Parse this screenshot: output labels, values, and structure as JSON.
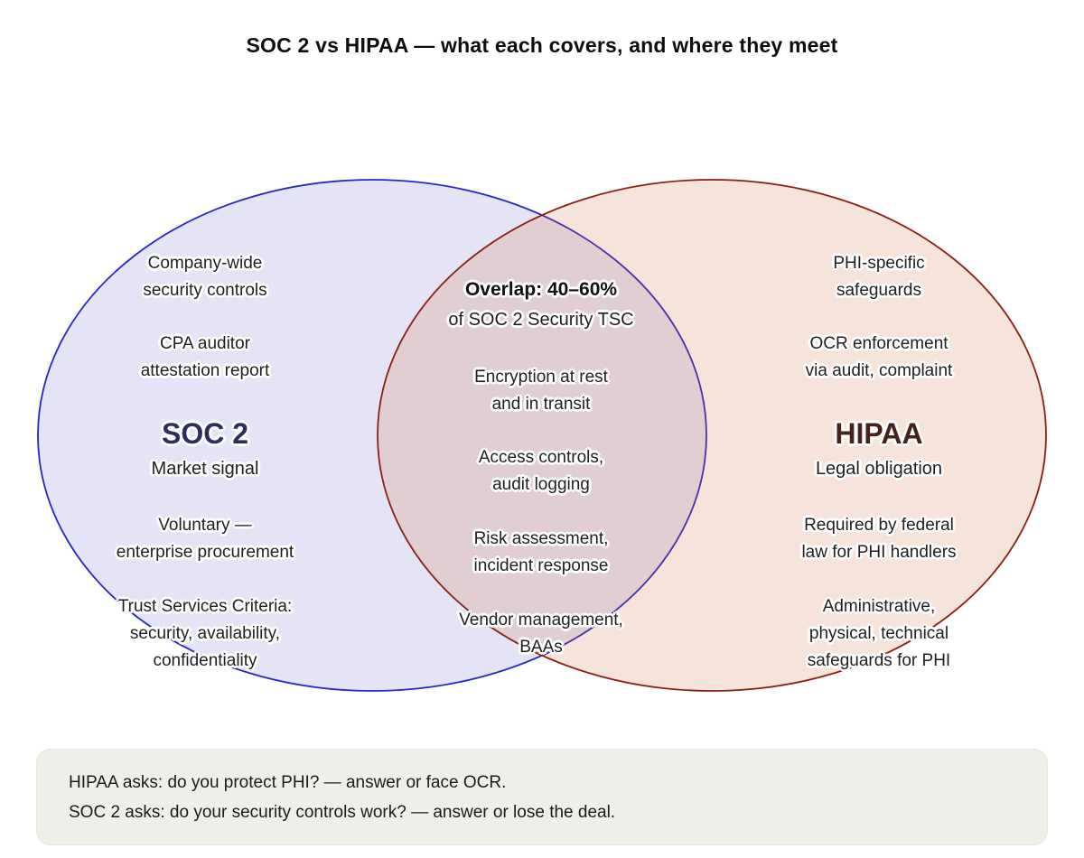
{
  "title": "SOC 2 vs HIPAA — what each covers, and where they meet",
  "diagram_type": "venn",
  "colors": {
    "left_fill": "#5a5ac8",
    "left_stroke": "#2727c9",
    "right_fill": "#cf6a3a",
    "right_stroke": "#8b2012",
    "left_heading_text": "#2d2d5f",
    "right_heading_text": "#48211b",
    "footer_bg": "#efeee9"
  },
  "venn": {
    "left": {
      "heading": "SOC 2",
      "tagline": "Market signal",
      "texts": {
        "company_wide": "Company-wide\nsecurity controls",
        "cpa": "CPA auditor\nattestation report",
        "voluntary": "Voluntary —\nenterprise procurement",
        "tsc": "Trust Services Criteria:\nsecurity, availability,\nconfidentiality"
      }
    },
    "overlap": {
      "heading": "Overlap: 40–60%",
      "subheading": "of SOC 2 Security TSC",
      "texts": {
        "encryption": "Encryption at rest\nand in transit",
        "access": "Access controls,\naudit logging",
        "risk": "Risk assessment,\nincident response",
        "vendor": "Vendor management,\nBAAs"
      }
    },
    "right": {
      "heading": "HIPAA",
      "tagline": "Legal obligation",
      "texts": {
        "phi": "PHI-specific\nsafeguards",
        "ocr": "OCR enforcement\nvia audit, complaint",
        "required": "Required by federal\nlaw for PHI handlers",
        "admin": "Administrative,\nphysical, technical\nsafeguards for PHI"
      }
    }
  },
  "footer": {
    "lines": [
      "HIPAA asks: do you protect PHI? — answer or face OCR.",
      "SOC 2 asks: do your security controls work? — answer or lose the deal."
    ]
  }
}
